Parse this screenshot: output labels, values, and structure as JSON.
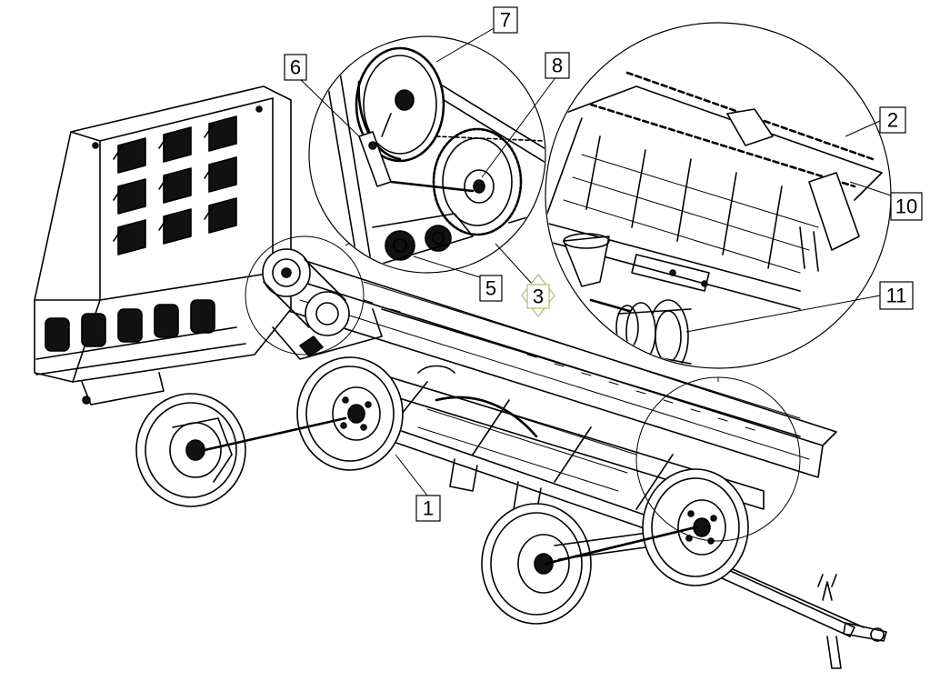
{
  "callouts": [
    {
      "id": "1",
      "label": "1"
    },
    {
      "id": "2",
      "label": "2"
    },
    {
      "id": "3",
      "label": "3"
    },
    {
      "id": "5",
      "label": "5"
    },
    {
      "id": "6",
      "label": "6"
    },
    {
      "id": "7",
      "label": "7"
    },
    {
      "id": "8",
      "label": "8"
    },
    {
      "id": "10",
      "label": "10"
    },
    {
      "id": "11",
      "label": "11"
    }
  ],
  "colors": {
    "line": "#000000",
    "background": "#ffffff",
    "highlight_outline": "#b8b87a"
  }
}
